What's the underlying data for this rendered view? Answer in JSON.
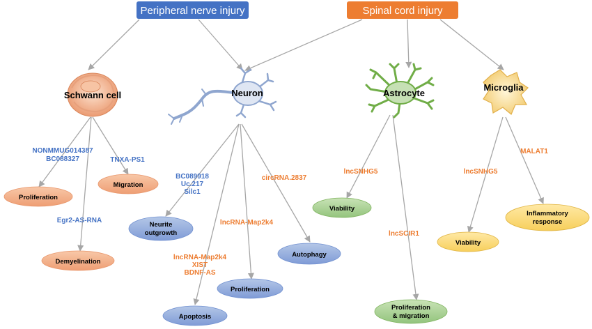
{
  "headers": {
    "peripheral": "Peripheral nerve injury",
    "spinal": "Spinal cord injury"
  },
  "cells": {
    "schwann": "Schwann cell",
    "neuron": "Neuron",
    "astrocyte": "Astrocyte",
    "microglia": "Microglia"
  },
  "labels": {
    "nonmmug_1": "NONMMUG014387",
    "nonmmug_2": "BC088327",
    "tnxa": "TNXA-PS1",
    "egr2": "Egr2-AS-RNA",
    "bc089918_1": "BC089918",
    "bc089918_2": "Uc.217",
    "bc089918_3": "Silc1",
    "map2k4": "lncRNA-Map2k4",
    "apop_1": "lncRNA-Map2k4",
    "apop_2": "XIST",
    "apop_3": "BDNF-AS",
    "circ": "circRNA.2837",
    "snhg5_astro": "lncSNHG5",
    "scir1": "lncSCIR1",
    "snhg5_micro": "lncSNHG5",
    "malat1": "MALAT1"
  },
  "outcomes": {
    "proliferation_sc": "Proliferation",
    "migration_sc": "Migration",
    "demyelination": "Demyelination",
    "neurite_1": "Neurite",
    "neurite_2": "outgrowth",
    "apoptosis": "Apoptosis",
    "proliferation_n": "Proliferation",
    "autophagy": "Autophagy",
    "viability_a": "Viability",
    "prolmig_1": "Proliferation",
    "prolmig_2": "& migration",
    "viability_m": "Viability",
    "inflam_1": "Inflammatory",
    "inflam_2": "response"
  },
  "colors": {
    "blue_header": "#4472c4",
    "orange_header": "#ed7d31",
    "blue_text": "#4472c4",
    "orange_text": "#ed7d31",
    "salmon_fill": "#f4b183",
    "blue_fill": "#8faadc",
    "green_fill": "#a9d18e",
    "yellow_fill": "#ffd966",
    "arrow": "#a6a6a6"
  }
}
